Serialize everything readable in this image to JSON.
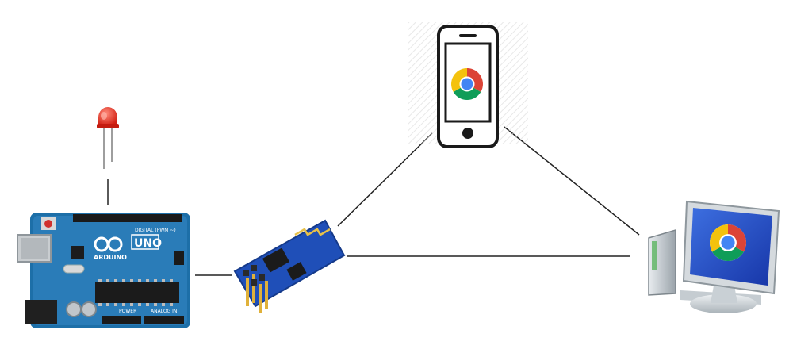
{
  "diagram": {
    "nodes": [
      {
        "id": "led",
        "icon": "red-led-icon",
        "color": "#e8382b"
      },
      {
        "id": "arduino",
        "icon": "arduino-uno-board-icon",
        "color": "#1d6fa8"
      },
      {
        "id": "esp8266",
        "icon": "esp8266-wifi-module-icon",
        "color": "#1f4fb8"
      },
      {
        "id": "smartphone",
        "icon": "smartphone-chrome-icon",
        "color": "#222222"
      },
      {
        "id": "desktop",
        "icon": "desktop-computer-chrome-icon",
        "color": "#2a55c8"
      }
    ],
    "connections": [
      {
        "from": "led",
        "to": "arduino"
      },
      {
        "from": "arduino",
        "to": "esp8266"
      },
      {
        "from": "esp8266",
        "to": "smartphone"
      },
      {
        "from": "esp8266",
        "to": "desktop"
      },
      {
        "from": "smartphone",
        "to": "desktop"
      }
    ]
  },
  "board": {
    "logo_text": "ARDUINO",
    "model_text": "UNO",
    "header_top_text": "DIGITAL (PWM ~)",
    "header_power_text": "POWER",
    "header_analog_text": "ANALOG IN"
  },
  "chrome_colors": {
    "red": "#db4437",
    "yellow": "#f4c20d",
    "green": "#0f9d58",
    "blue": "#4285f4"
  }
}
